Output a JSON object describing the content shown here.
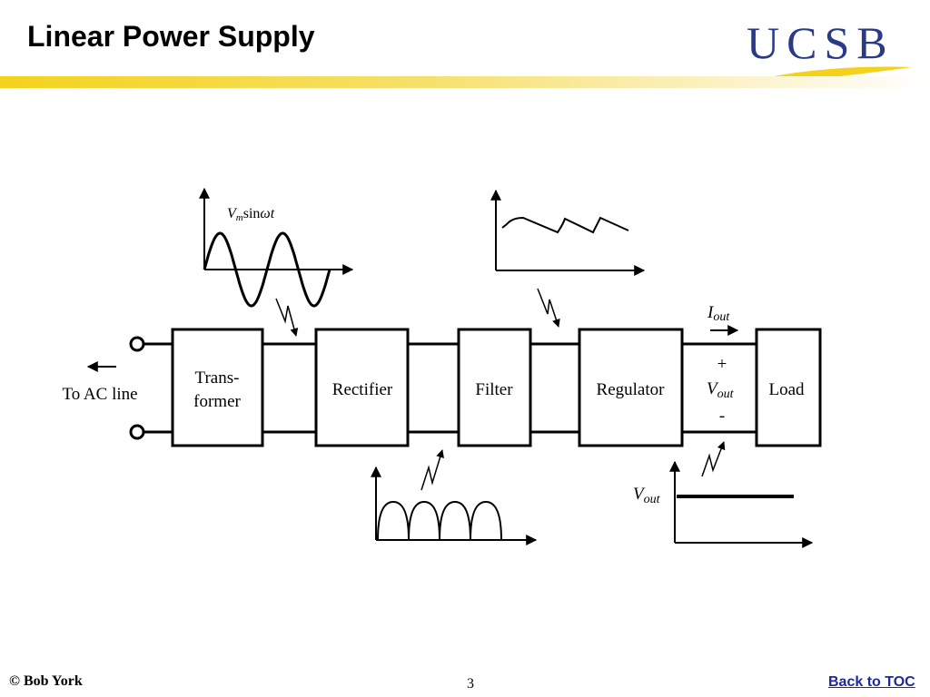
{
  "slide": {
    "title": "Linear Power Supply",
    "logo_text": "UCSB",
    "footer_copyright": "©  Bob York",
    "page_number": "3",
    "toc_link": "Back to TOC"
  },
  "diagram": {
    "blocks": {
      "transformer_line1": "Trans-",
      "transformer_line2": "former",
      "rectifier": "Rectifier",
      "filter": "Filter",
      "regulator": "Regulator",
      "load": "Load"
    },
    "ac_line_label": "To AC line",
    "input_waveform_label": {
      "v": "V",
      "sub": "m",
      "rest": "sin",
      "omega": "ω",
      "t": "t"
    },
    "current_label": {
      "main": "I",
      "sub": "out"
    },
    "output_voltage": {
      "plus": "+",
      "main": "V",
      "sub": "out",
      "minus": "-"
    },
    "output_plot_label": {
      "main": "V",
      "sub": "out"
    }
  },
  "colors": {
    "title": "#000000",
    "logo": "#2b3a87",
    "logo_swoosh": "#f4d21c",
    "divider": "#f4d21c",
    "link": "#1f2a9a"
  }
}
